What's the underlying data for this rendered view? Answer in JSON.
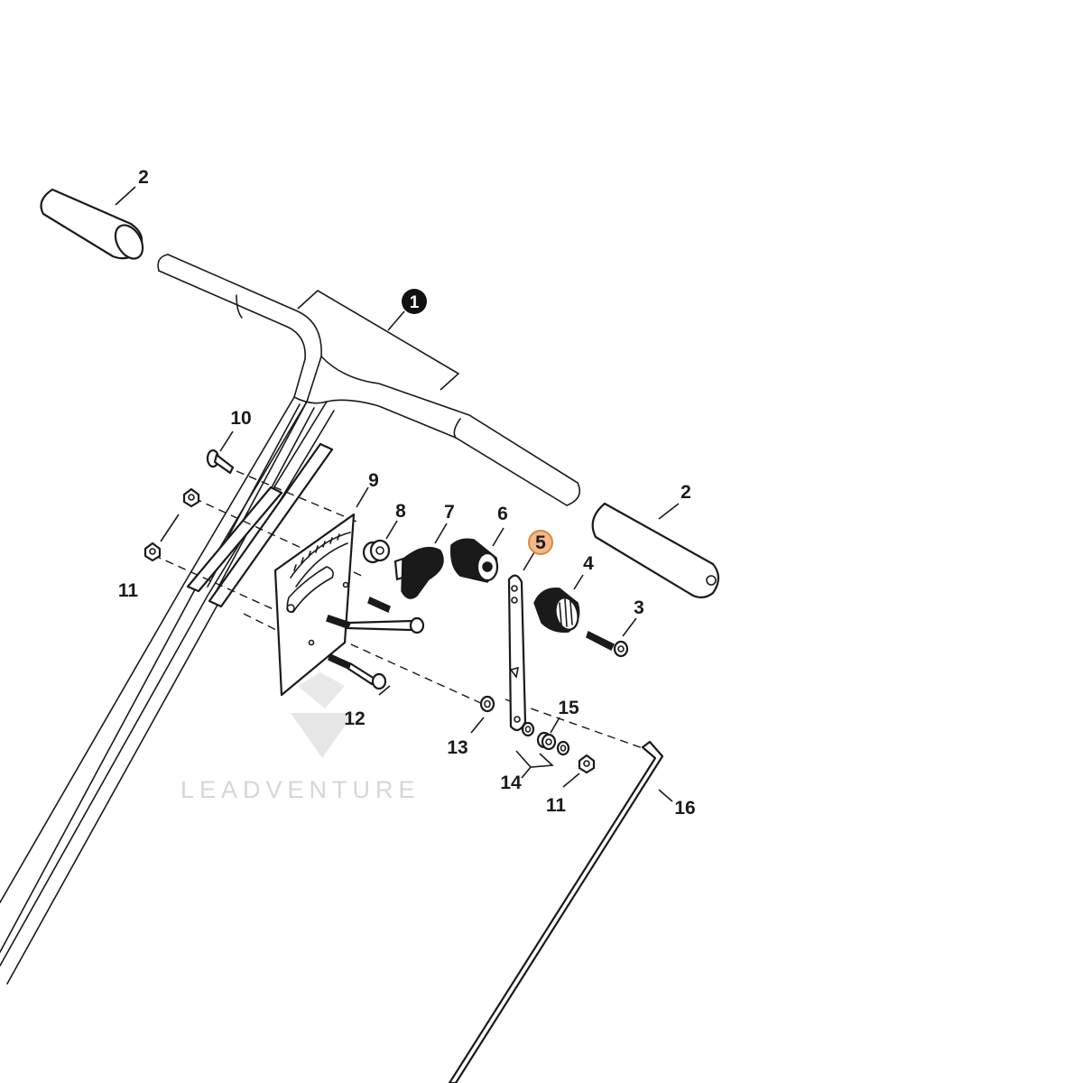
{
  "watermark": {
    "text": "LEADVENTURE"
  },
  "colors": {
    "line": "#1a1a1a",
    "highlight_fill": "#f3b98b",
    "highlight_stroke": "#d9893f",
    "watermark": "#d6d6d6"
  },
  "callouts": {
    "c1": "1",
    "c2a": "2",
    "c2b": "2",
    "c3": "3",
    "c4": "4",
    "c5": "5",
    "c6": "6",
    "c7": "7",
    "c8": "8",
    "c9": "9",
    "c10": "10",
    "c11a": "11",
    "c11b": "11",
    "c12": "12",
    "c13": "13",
    "c14": "14",
    "c15": "15",
    "c16": "16"
  },
  "highlighted_callout": "5"
}
